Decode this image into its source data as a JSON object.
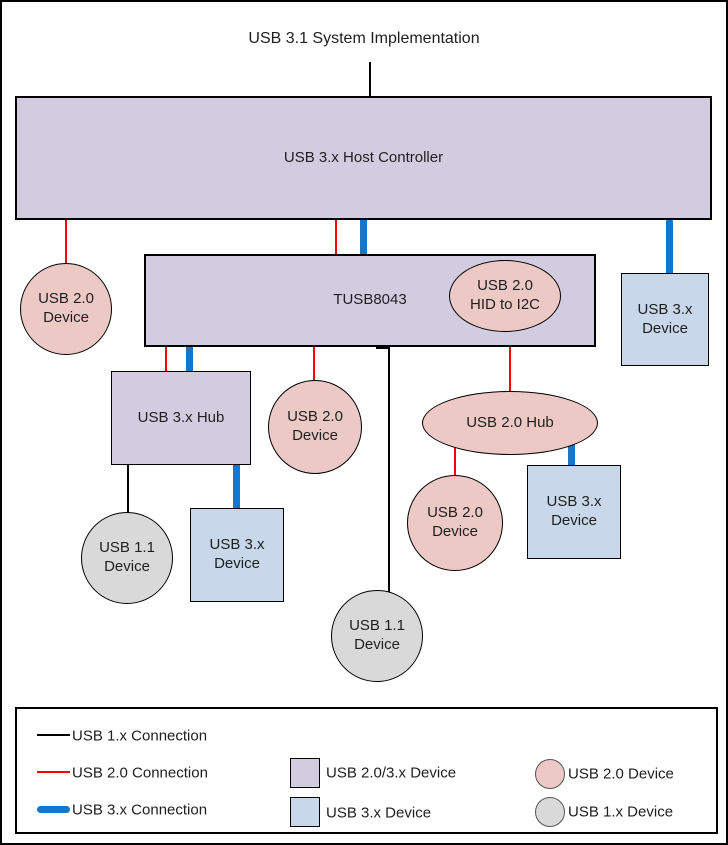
{
  "diagram": {
    "title": "USB 3.1 System Implementation",
    "nodes": {
      "host": "USB 3.x Host Controller",
      "tusb": "TUSB8043",
      "hid_bridge": "USB 2.0\nHID to I2C",
      "usb2_device_left": "USB 2.0\nDevice",
      "usb3_device_right": "USB 3.x\nDevice",
      "usb3_hub": "USB 3.x Hub",
      "usb2_device_mid": "USB 2.0\nDevice",
      "usb2_hub": "USB 2.0 Hub",
      "usb11_device_left": "USB 1.1\nDevice",
      "usb3_device_under_hub3": "USB 3.x\nDevice",
      "usb11_device_bottom": "USB 1.1\nDevice",
      "usb2_device_under_hub2": "USB 2.0\nDevice",
      "usb3_device_under_hub2": "USB 3.x\nDevice"
    },
    "connections": [
      {
        "from": "host",
        "to": "usb2_device_left",
        "type": "usb2"
      },
      {
        "from": "host",
        "to": "tusb",
        "type": "usb2"
      },
      {
        "from": "host",
        "to": "tusb",
        "type": "usb3"
      },
      {
        "from": "host",
        "to": "usb3_device_right",
        "type": "usb3"
      },
      {
        "from": "tusb",
        "to": "usb3_hub",
        "type": "usb2"
      },
      {
        "from": "tusb",
        "to": "usb3_hub",
        "type": "usb3"
      },
      {
        "from": "tusb",
        "to": "usb2_device_mid",
        "type": "usb2"
      },
      {
        "from": "tusb",
        "to": "usb2_hub",
        "type": "usb2"
      },
      {
        "from": "tusb",
        "to": "usb11_device_bottom",
        "type": "usb1"
      },
      {
        "from": "usb3_hub",
        "to": "usb11_device_left",
        "type": "usb1"
      },
      {
        "from": "usb3_hub",
        "to": "usb3_device_under_hub3",
        "type": "usb3"
      },
      {
        "from": "usb2_hub",
        "to": "usb2_device_under_hub2",
        "type": "usb2"
      },
      {
        "from": "usb2_hub",
        "to": "usb3_device_under_hub2",
        "type": "usb3"
      }
    ],
    "legend": {
      "lines": [
        {
          "label": "USB 1.x Connection"
        },
        {
          "label": "USB 2.0 Connection"
        },
        {
          "label": "USB 3.x Connection"
        }
      ],
      "shapes": [
        {
          "label": "USB 2.0/3.x Device"
        },
        {
          "label": "USB 3.x Device"
        },
        {
          "label": "USB 2.0 Device"
        },
        {
          "label": "USB 1.x Device"
        }
      ]
    }
  },
  "colors": {
    "usb1_line": "#000000",
    "usb2_line": "#ff0000",
    "usb3_line": "#1577c9",
    "device_20_3x": "#d2cce1",
    "device_3x": "#c8d8ea",
    "device_20": "#ecc9c5",
    "device_1x": "#d9d9d9"
  }
}
